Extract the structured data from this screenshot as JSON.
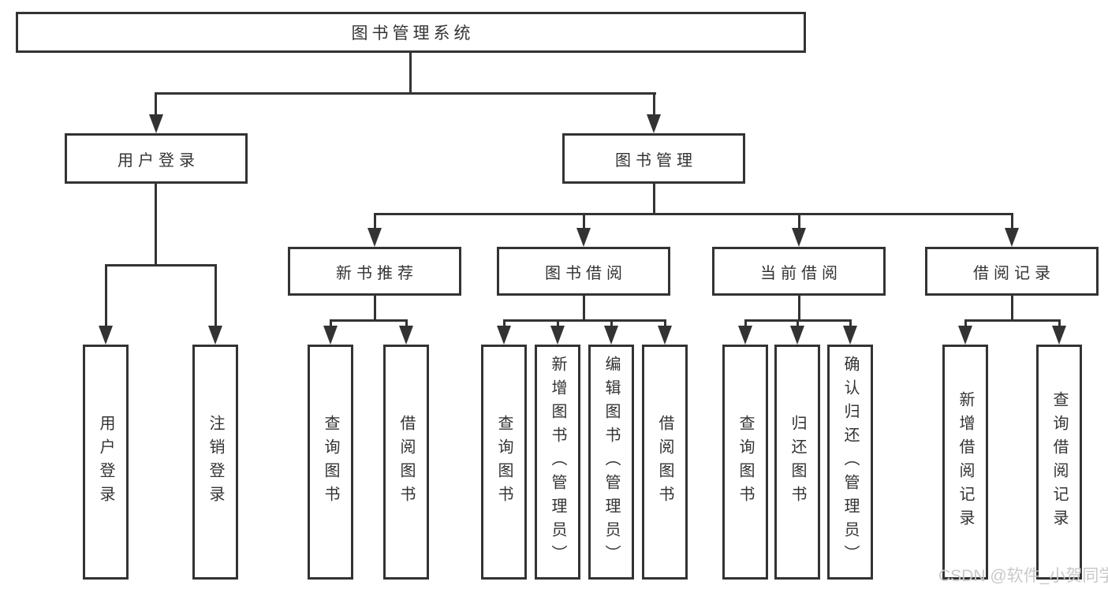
{
  "diagram": {
    "title": "图书管理系统",
    "colors": {
      "line": "#333333",
      "text": "#333333",
      "watermark": "#c9c9c9",
      "background": "#ffffff"
    },
    "nodes": {
      "root": "图书管理系统",
      "login": "用户登录",
      "manage": "图书管理",
      "recommend": "新书推荐",
      "borrow": "图书借阅",
      "current": "当前借阅",
      "records": "借阅记录",
      "leaf1": "用户登录",
      "leaf2": "注销登录",
      "leaf3": "查询图书",
      "leaf4": "借阅图书",
      "leaf5": "查询图书",
      "leaf6": "新增图书（管理员）",
      "leaf7": "编辑图书（管理员）",
      "leaf8": "借阅图书",
      "leaf9": "查询图书",
      "leaf10": "归还图书",
      "leaf11": "确认归还（管理员）",
      "leaf12": "新增借阅记录",
      "leaf13": "查询借阅记录"
    },
    "hierarchy": {
      "图书管理系统": {
        "用户登录": [
          "用户登录",
          "注销登录"
        ],
        "图书管理": {
          "新书推荐": [
            "查询图书",
            "借阅图书"
          ],
          "图书借阅": [
            "查询图书",
            "新增图书（管理员）",
            "编辑图书（管理员）",
            "借阅图书"
          ],
          "当前借阅": [
            "查询图书",
            "归还图书",
            "确认归还（管理员）"
          ],
          "借阅记录": [
            "新增借阅记录",
            "查询借阅记录"
          ]
        }
      }
    },
    "watermark": "CSDN @软件_小贺同学"
  }
}
